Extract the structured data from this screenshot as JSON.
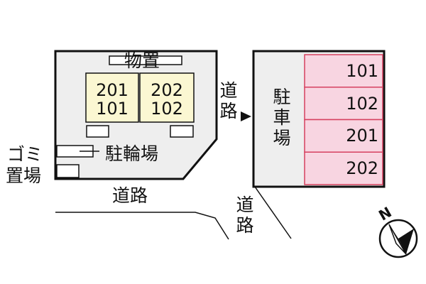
{
  "map": {
    "storage_label": "物置",
    "building_units": [
      {
        "upper": "201",
        "lower": "101"
      },
      {
        "upper": "202",
        "lower": "102"
      }
    ],
    "bicycle_parking_label": "駐輪場",
    "garbage_label_line1": "ゴミ",
    "garbage_label_line2": "置場",
    "road_label_bottom": "道路",
    "road_label_top": "道路",
    "road_label_diag": "道路",
    "parking_lot_label": "駐車場",
    "parking_spaces": [
      "101",
      "102",
      "201",
      "202"
    ],
    "compass_letter": "N"
  },
  "colors": {
    "building_fill": "#fbf7d2",
    "parking_fill": "#f8d5e1",
    "parking_border": "#d6405f",
    "lot_fill": "#eeeeee",
    "line": "#111111"
  }
}
